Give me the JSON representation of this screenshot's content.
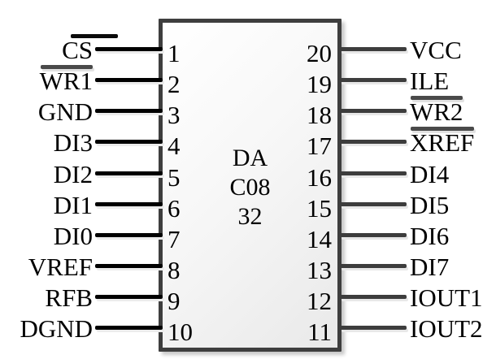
{
  "diagram": {
    "type": "ic-pinout",
    "chip": {
      "name_lines": [
        "DA",
        "C08",
        "32"
      ]
    },
    "pins_left": [
      {
        "number": "1",
        "label": "CS",
        "overline": true
      },
      {
        "number": "2",
        "label": "WR1",
        "overline": true
      },
      {
        "number": "3",
        "label": "GND",
        "overline": false
      },
      {
        "number": "4",
        "label": "DI3",
        "overline": false
      },
      {
        "number": "5",
        "label": "DI2",
        "overline": false
      },
      {
        "number": "6",
        "label": "DI1",
        "overline": false
      },
      {
        "number": "7",
        "label": "DI0",
        "overline": false
      },
      {
        "number": "8",
        "label": "VREF",
        "overline": false
      },
      {
        "number": "9",
        "label": "RFB",
        "overline": false
      },
      {
        "number": "10",
        "label": "DGND",
        "overline": false
      }
    ],
    "pins_right": [
      {
        "number": "20",
        "label": "VCC",
        "overline": false
      },
      {
        "number": "19",
        "label": "ILE",
        "overline": false
      },
      {
        "number": "18",
        "label": "WR2",
        "overline": true
      },
      {
        "number": "17",
        "label": "XREF",
        "overline": true
      },
      {
        "number": "16",
        "label": "DI4",
        "overline": false
      },
      {
        "number": "15",
        "label": "DI5",
        "overline": false
      },
      {
        "number": "14",
        "label": "DI6",
        "overline": false
      },
      {
        "number": "13",
        "label": "DI7",
        "overline": false
      },
      {
        "number": "12",
        "label": "IOUT1",
        "overline": false
      },
      {
        "number": "11",
        "label": "IOUT2",
        "overline": false
      }
    ],
    "colors": {
      "left_wire": "#000000",
      "right_wire": "#3d3d3d",
      "chip_border": "#3e3e3e",
      "chip_fill": "#f2f2f2",
      "overline_dark": "#0a0a0a",
      "overline_gray": "#4a4a4a",
      "text": "#000000"
    }
  }
}
